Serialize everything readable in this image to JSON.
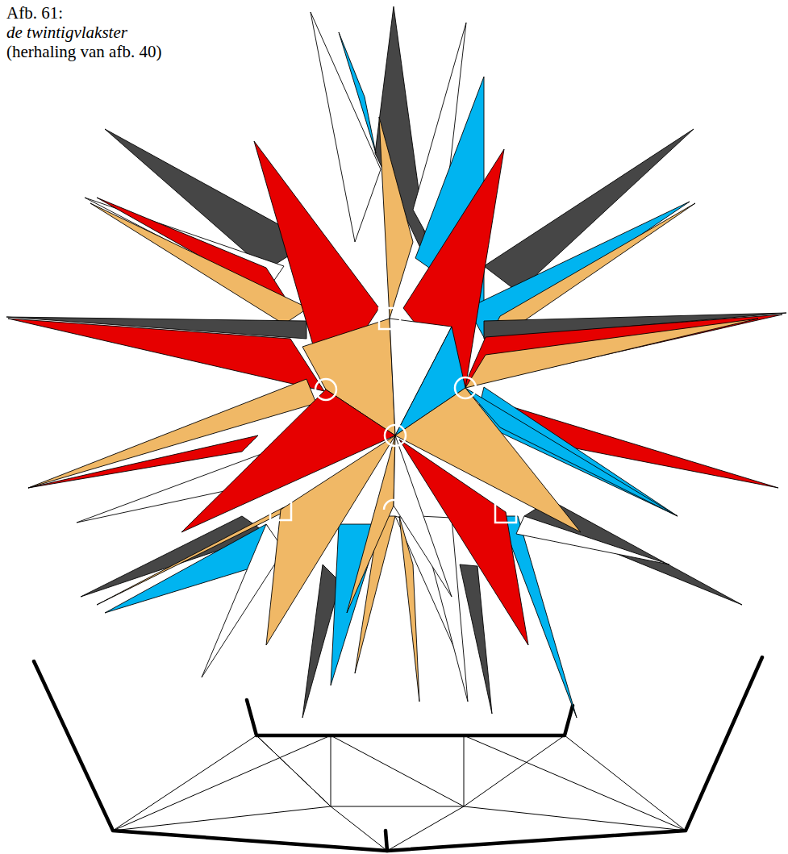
{
  "diagram": {
    "labels": [
      "Afb. 61:",
      "de twintigvlakster",
      "(herhaling van afb. 40)"
    ]
  }
}
